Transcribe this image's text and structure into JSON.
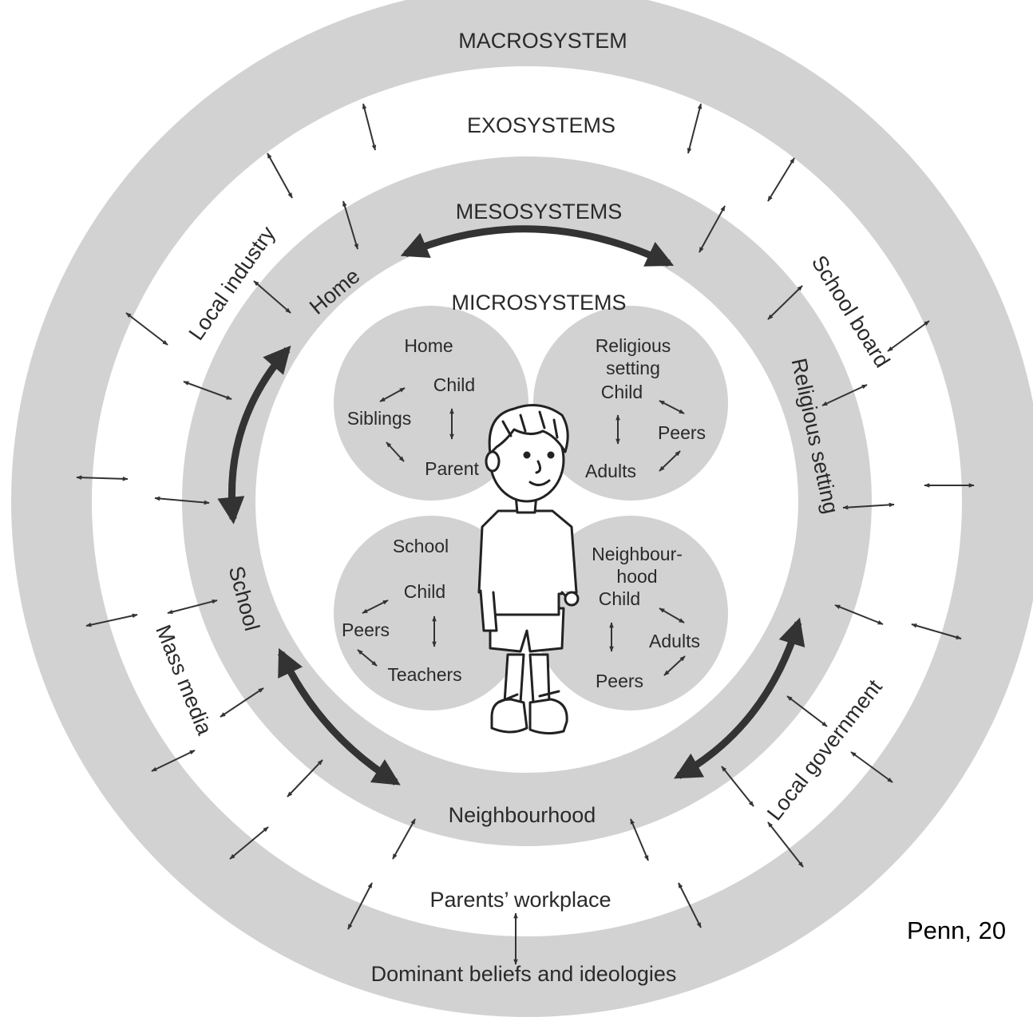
{
  "rings": {
    "macro": "MACROSYSTEM",
    "exo": "EXOSYSTEMS",
    "meso": "MESOSYSTEMS",
    "micro": "MICROSYSTEMS"
  },
  "exosystem_settings": {
    "local_industry": "Local industry",
    "school_board": "School board",
    "mass_media": "Mass media",
    "local_government": "Local government",
    "parents_workplace": "Parents’ workplace"
  },
  "macrosystem_text": "Dominant beliefs and ideologies",
  "mesosystem_settings": {
    "home": "Home",
    "religious_setting": "Religious setting",
    "school": "School",
    "neighbourhood": "Neighbourhood"
  },
  "microsystems": {
    "home": {
      "title": "Home",
      "child": "Child",
      "a": "Siblings",
      "b": "Parent"
    },
    "religious": {
      "title1": "Religious",
      "title2": "setting",
      "child": "Child",
      "a": "Peers",
      "b": "Adults"
    },
    "school": {
      "title": "School",
      "child": "Child",
      "a": "Peers",
      "b": "Teachers"
    },
    "neighbourhood": {
      "title1": "Neighbour-",
      "title2": "hood",
      "child": "Child",
      "a": "Adults",
      "b": "Peers"
    }
  },
  "credit": "Penn, 20",
  "colors": {
    "ring": "#d2d2d2",
    "background": "#ffffff",
    "ink": "#2a2a2a"
  }
}
